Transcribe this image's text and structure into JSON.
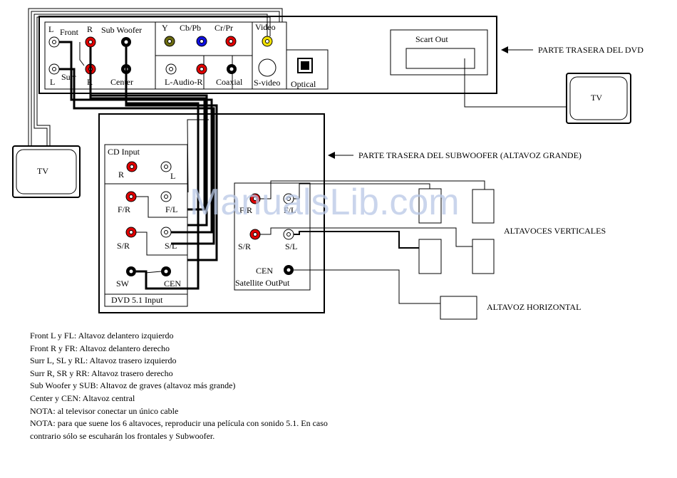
{
  "dvd_panel": {
    "callout": "PARTE TRASERA DEL DVD",
    "front_label": "Front",
    "surr_label": "Surr",
    "l_top": "L",
    "r_top": "R",
    "l_bottom": "L",
    "r_bottom": "R",
    "subwoofer_label": "Sub Woofer",
    "center_label": "Center",
    "y_label": "Y",
    "cb_label": "Cb/Pb",
    "cr_label": "Cr/Pr",
    "audio_label": "L-Audio-R",
    "coaxial_label": "Coaxial",
    "video_label": "Video",
    "svideo_label": "S-video",
    "optical_label": "Optical",
    "scart_label": "Scart Out"
  },
  "tv_right": {
    "label": "TV"
  },
  "tv_left": {
    "label": "TV"
  },
  "subwoofer_panel": {
    "callout": "PARTE TRASERA DEL SUBWOOFER (ALTAVOZ GRANDE)",
    "cd_input": "CD Input",
    "cd_r": "R",
    "cd_l": "L",
    "fr": "F/R",
    "fl": "F/L",
    "sr": "S/R",
    "sl": "S/L",
    "sw": "SW",
    "cen": "CEN",
    "dvd_input": "DVD 5.1 Input",
    "out_fr": "F/R",
    "out_fl": "F/L",
    "out_sr": "S/R",
    "out_sl": "S/L",
    "out_cen": "CEN",
    "satellite_output": "Satellite OutPut"
  },
  "speakers": {
    "vertical_label": "ALTAVOCES VERTICALES",
    "horizontal_label": "ALTAVOZ HORIZONTAL"
  },
  "watermark": "ManualsLib.com",
  "legend": [
    "Front L y FL: Altavoz delantero izquierdo",
    "Front R y FR: Altavoz delantero derecho",
    "Surr L, SL y RL: Altavoz trasero izquierdo",
    "Surr R, SR y RR: Altavoz trasero derecho",
    "Sub Woofer y SUB: Altavoz de graves (altavoz más grande)",
    "Center y CEN: Altavoz central",
    "NOTA: al televisor conectar un único cable",
    "NOTA: para que suene los 6 altavoces, reproducir una película con sonido 5.1. En caso",
    "contrario sólo se escuharán los frontales y Subwoofer."
  ],
  "colors": {
    "red": "#e00000",
    "black": "#000000",
    "green": "#6b6b10",
    "blue": "#1010e0",
    "yellow": "#f0e000",
    "watermark": "#b9c8e6"
  }
}
